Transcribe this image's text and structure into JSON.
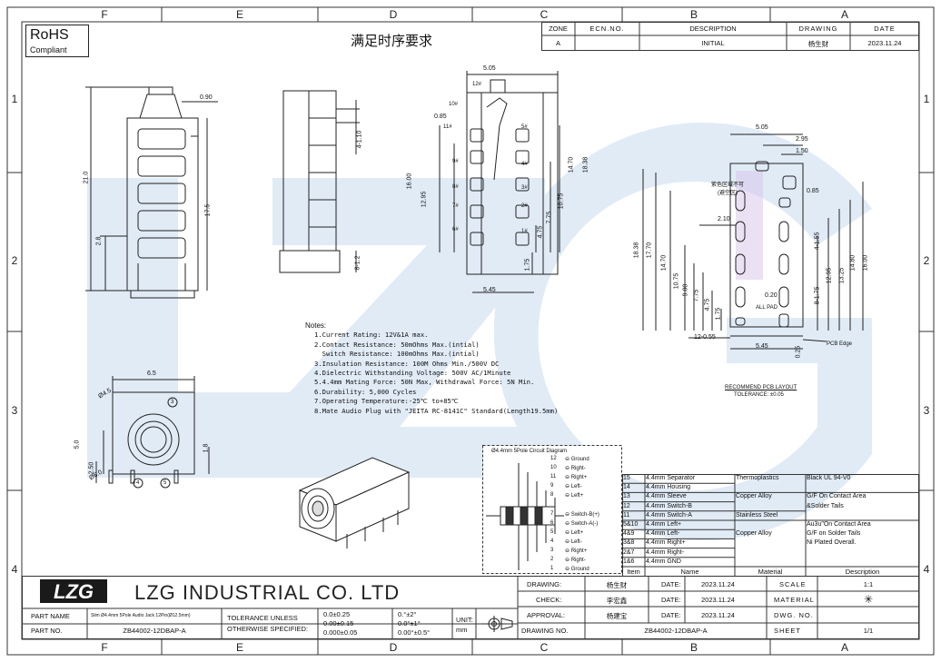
{
  "rohs": {
    "title": "RoHS",
    "subtitle": "Compliant"
  },
  "drawing_title": "满足时序要求",
  "zones_top": [
    "F",
    "E",
    "D",
    "C",
    "B",
    "A"
  ],
  "zones_side": [
    "1",
    "2",
    "3",
    "4"
  ],
  "revision_table": {
    "headers": [
      "ZONE",
      "ECN.NO.",
      "DESCRIPTION",
      "DRAWING",
      "DATE"
    ],
    "row": [
      "A",
      "",
      "INITIAL",
      "杨生财",
      "2023.11.24"
    ]
  },
  "dims": {
    "d090": "0.90",
    "d210": "21.0",
    "d175": "17.5",
    "d28": "2.8",
    "d4_110": "4-1.10",
    "d8_12": "8-1.2",
    "d505": "5.05",
    "d085": "0.85",
    "d1600": "16.00",
    "d1295": "12.95",
    "d1470": "14.70",
    "d1838": "18.38",
    "d1075": "10.75",
    "d775": "7.75",
    "d475": "4.75",
    "d175b": "1.75",
    "d545": "5.45",
    "p12": "12#",
    "p10": "10#",
    "p11": "11#",
    "p9": "9#",
    "p8": "8#",
    "p7": "7#",
    "p6": "6#",
    "p5": "5#",
    "p4": "4#",
    "p3": "3#",
    "p2": "2#",
    "p1": "1#",
    "r505": "5.05",
    "r295": "2.95",
    "r150": "1.50",
    "r085": "0.85",
    "r210": "2.10",
    "r4_155": "4-1.55",
    "r8_175": "8-1.75",
    "r1838": "18.38",
    "r1770": "17.70",
    "r1470": "14.70",
    "r1075": "10.75",
    "r900": "9.00",
    "r775": "7.75",
    "r475": "4.75",
    "r175": "1.75",
    "r1295": "12.95",
    "r1325": "13.25",
    "r1480": "14.80",
    "r1600": "16.00",
    "r020": "0.20",
    "r12_055": "12-0.55",
    "r545": "5.45",
    "r025": "0.25",
    "pcb_edge": "PCB Edge",
    "all_pad": "ALL PAD",
    "nopcb": "紫色区域不可\n(避空区)",
    "layout_title": "RECOMMEND PCB LAYOUT",
    "layout_tol": "TOLERANCE: ±0.05",
    "f65": "6.5",
    "f45": "Ø4.5",
    "f50": "5.0",
    "f250": "2.50",
    "f18": "1.8",
    "f60": "Ø6.0",
    "c3": "3",
    "c4": "4",
    "c5": "5"
  },
  "notes": {
    "title": "Notes:",
    "items": [
      "1.Current Rating: 12V&1A max.",
      "2.Contact Resistance: 50mOhms Max.(intial)",
      "  Switch Resistance: 100mOhms Max.(intial)",
      "3.Insulation Resistance: 100M Ohms Min./500V DC",
      "4.Dielectric Withstanding Voltage: 500V AC/1Minute",
      "5.4.4mm Mating Force: 50N Max, Withdrawal Force: 5N Min.",
      "6.Durability: 5,000 Cycles",
      "7.Operating Temperature:-25℃ to+85℃",
      "8.Mate Audio Plug with \"JEITA RC-8141C\" Standard(Length19.5mm)"
    ]
  },
  "circuit": {
    "title": "Ø4.4mm 5Pole Circuit Diagram",
    "labels": [
      "Ground",
      "Right-",
      "Right+",
      "Left-",
      "Left+",
      "Switch-B(+)",
      "Switch-A(-)",
      "Left+",
      "Left-",
      "Right+",
      "Right-",
      "Ground"
    ],
    "numbers": [
      "12",
      "10",
      "11",
      "9",
      "8",
      "7",
      "6",
      "5",
      "4",
      "3",
      "2",
      "1"
    ]
  },
  "bom": {
    "rows": [
      [
        "15",
        "4.4mm Separator",
        "Thermoplastics",
        "Black UL 94-V0"
      ],
      [
        "14",
        "4.4mm Housing",
        "",
        ""
      ],
      [
        "13",
        "4.4mm Sleeve",
        "Copper Alloy",
        "G/F On Contact Area"
      ],
      [
        "12",
        "4.4mm Switch-B",
        "",
        "&Solder Tails"
      ],
      [
        "11",
        "4.4mm Switch-A",
        "Stainless Steel",
        ""
      ],
      [
        "5&10",
        "4.4mm Left+",
        "",
        "Au3u\"On Contact Area"
      ],
      [
        "4&9",
        "4.4mm Left-",
        "Copper Alloy",
        "G/F on Solder Tails"
      ],
      [
        "3&8",
        "4.4mm Right+",
        "",
        "Ni Plated Overall."
      ],
      [
        "2&7",
        "4.4mm Right-",
        "",
        ""
      ],
      [
        "1&6",
        "4.4mm GND",
        "",
        ""
      ]
    ],
    "header": [
      "Item",
      "Name",
      "Material",
      "Description"
    ]
  },
  "title_block": {
    "company": "LZG INDUSTRIAL CO. LTD",
    "logo": "LZG",
    "drawing_label": "DRAWING:",
    "drawing_value": "杨生财",
    "check_label": "CHECK:",
    "check_value": "李宏鑫",
    "approval_label": "APPROVAL:",
    "approval_value": "杨建宝",
    "date_label": "DATE:",
    "date_value": "2023.11.24",
    "scale_label": "SCALE",
    "scale_value": "1:1",
    "material_label": "MATERIAL",
    "material_value": "✳",
    "dwgno_label": "DWG. NO.",
    "dwgno_value": "",
    "sheet_label": "SHEET",
    "sheet_value": "1/1",
    "drawingno_label": "DRAWING NO.",
    "drawingno_value": "ZB44002-12DBAP-A",
    "partname_label": "PART NAME",
    "partname_value": "Slim Ø4.4mm 5Pole Audio Jack 12Pin(Ø12.5mm)",
    "partno_label": "PART NO.",
    "partno_value": "ZB44002-12DBAP-A",
    "tol_label1": "TOLERANCE UNLESS",
    "tol_label2": "OTHERWISE SPECIFIED:",
    "tol1": "0.0±0.25",
    "tol2": "0.00±0.15",
    "tol3": "0.000±0.05",
    "ang1": "0.°±2°",
    "ang2": "0.0°±1°",
    "ang3": "0.00°±0.5°",
    "unit_label": "UNIT:",
    "unit_value": "mm"
  },
  "watermark": "LZG"
}
